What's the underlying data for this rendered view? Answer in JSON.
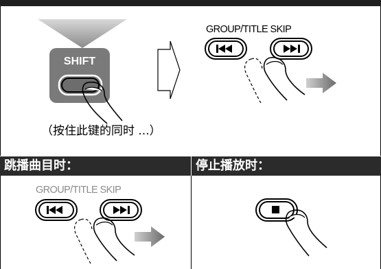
{
  "top": {
    "shift_label": "SHIFT",
    "note": "（按住此键的同时 ...）",
    "group_title_skip": "GROUP/TITLE SKIP"
  },
  "headers": {
    "left": "跳播曲目时：",
    "right": "停止播放时："
  },
  "bottom_left": {
    "group_title_skip": "GROUP/TITLE SKIP"
  },
  "icons": [
    "down-arrow-icon",
    "shift-button-icon",
    "finger-icon",
    "right-chevron-arrow-icon",
    "skip-back-button-icon",
    "skip-forward-button-icon",
    "right-arrow-icon",
    "stop-button-icon"
  ],
  "colors": {
    "header_bg": "#2b2b2b",
    "button_grey": "#7a7a7a",
    "arrow_grey": "#9a9a9a"
  }
}
